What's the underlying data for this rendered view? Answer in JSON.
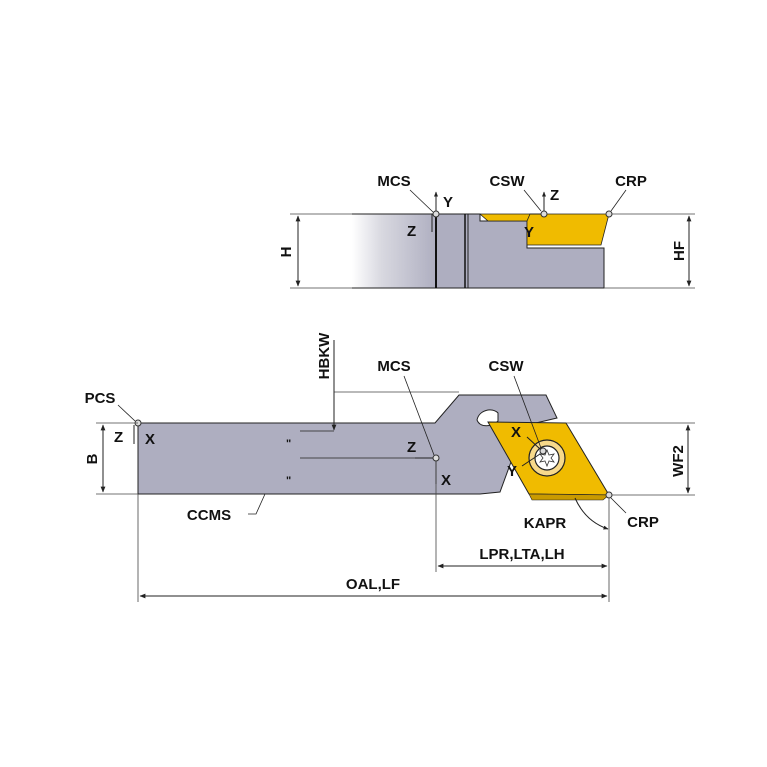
{
  "colors": {
    "holder": "#aeaec0",
    "insert": "#f0bb00",
    "insert_dark": "#c99a00",
    "line": "#111111",
    "dim": "#444444",
    "background": "#ffffff"
  },
  "top_view": {
    "mcs": "MCS",
    "y_axis": "Y",
    "z_axis": "Z",
    "csw": "CSW",
    "z_axis_csw": "Z",
    "y_axis_csw": "Y",
    "crp": "CRP",
    "h": "H",
    "hf": "HF"
  },
  "side_view": {
    "pcs": "PCS",
    "z_axis_pcs": "Z",
    "x_axis_pcs": "X",
    "b": "B",
    "hbkw": "HBKW",
    "mcs": "MCS",
    "z_axis_mcs": "Z",
    "x_axis_mcs": "X",
    "csw": "CSW",
    "x_axis_csw": "X",
    "y_axis_csw": "Y",
    "wf2": "WF2",
    "kapr": "KAPR",
    "crp": "CRP",
    "ccms": "CCMS",
    "lpr": "LPR,LTA,LH",
    "oal": "OAL,LF",
    "quote_mark_1": "\"",
    "quote_mark_2": "\""
  }
}
